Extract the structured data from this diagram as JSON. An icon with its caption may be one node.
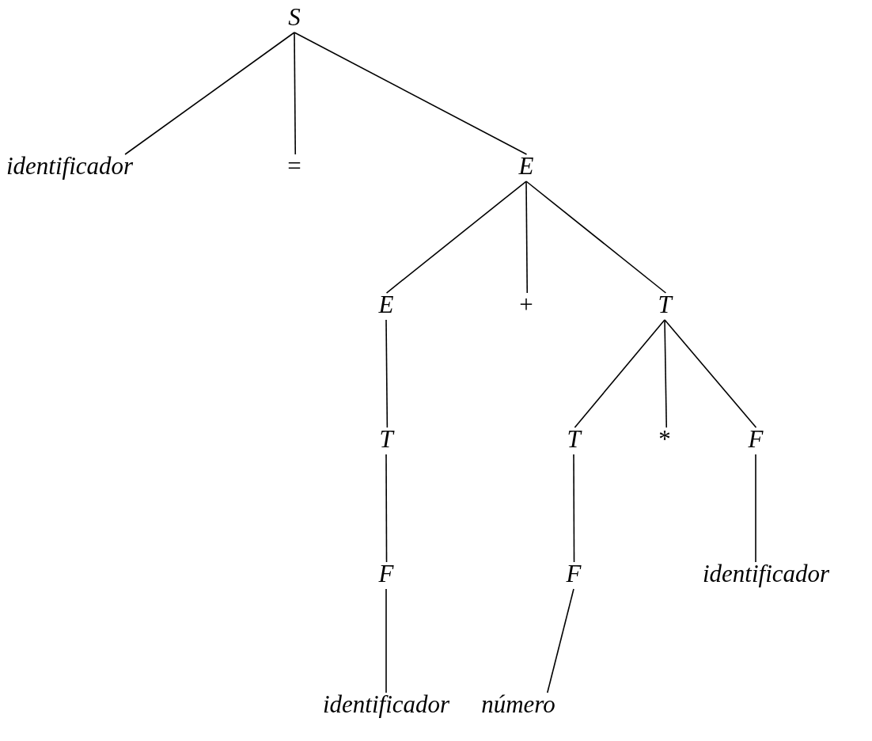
{
  "diagram": {
    "nodes": [
      {
        "text": [
          "S"
        ]
      },
      {
        "text": [
          "identificador"
        ]
      },
      {
        "text": [
          "="
        ]
      },
      {
        "text": [
          "E"
        ]
      },
      {
        "text": [
          "E"
        ]
      },
      {
        "text": [
          "+"
        ]
      },
      {
        "text": [
          "T"
        ]
      },
      {
        "text": [
          "T"
        ]
      },
      {
        "text": [
          "T"
        ]
      },
      {
        "text": [
          "*"
        ]
      },
      {
        "text": [
          "F"
        ]
      },
      {
        "text": [
          "F"
        ]
      },
      {
        "text": [
          "F"
        ]
      },
      {
        "text": [
          "identificador"
        ]
      },
      {
        "text": [
          "identificador"
        ]
      },
      {
        "text": [
          "número"
        ]
      }
    ],
    "edges": [
      {
        "from": 0,
        "to": 1,
        "arrow": "none"
      },
      {
        "from": 0,
        "to": 2,
        "arrow": "none"
      },
      {
        "from": 0,
        "to": 3,
        "arrow": "none"
      },
      {
        "from": 3,
        "to": 4,
        "arrow": "none"
      },
      {
        "from": 3,
        "to": 5,
        "arrow": "none"
      },
      {
        "from": 3,
        "to": 6,
        "arrow": "none"
      },
      {
        "from": 4,
        "to": 7,
        "arrow": "none"
      },
      {
        "from": 6,
        "to": 8,
        "arrow": "none"
      },
      {
        "from": 6,
        "to": 9,
        "arrow": "none"
      },
      {
        "from": 6,
        "to": 10,
        "arrow": "none"
      },
      {
        "from": 7,
        "to": 11,
        "arrow": "none"
      },
      {
        "from": 8,
        "to": 12,
        "arrow": "none"
      },
      {
        "from": 10,
        "to": 13,
        "arrow": "none"
      },
      {
        "from": 11,
        "to": 14,
        "arrow": "none"
      },
      {
        "from": 12,
        "to": 15,
        "arrow": "none"
      }
    ]
  }
}
